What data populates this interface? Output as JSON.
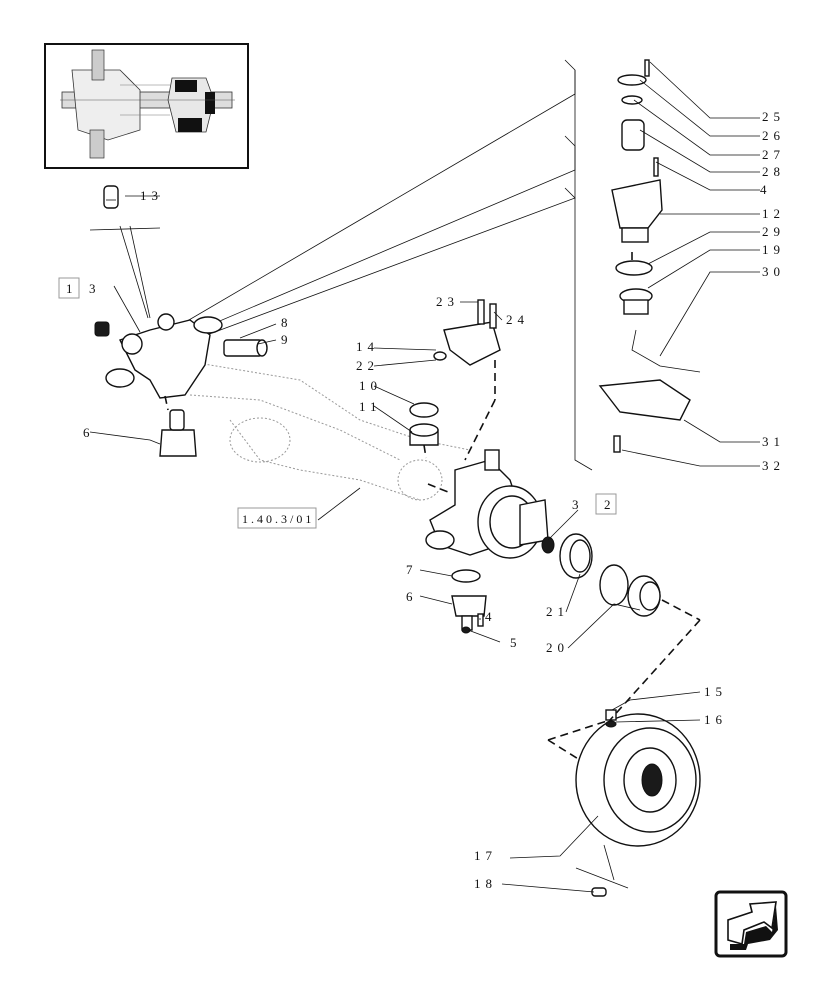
{
  "diagram": {
    "labels": {
      "l1": "1",
      "l2": "2",
      "l3a": "3",
      "l3b": "3",
      "l4a": "4",
      "l4b": "4",
      "l5": "5",
      "l6a": "6",
      "l6b": "6",
      "l7": "7",
      "l8": "8",
      "l9": "9",
      "l10": "10",
      "l11": "11",
      "l12": "12",
      "l13": "13",
      "l14": "14",
      "l15": "15",
      "l16": "16",
      "l17": "17",
      "l18": "18",
      "l19": "19",
      "l20": "20",
      "l21": "21",
      "l22": "22",
      "l23": "23",
      "l24": "24",
      "l25": "25",
      "l26": "26",
      "l27": "27",
      "l28": "28",
      "l29": "29",
      "l30": "30",
      "l31": "31",
      "l32": "32"
    },
    "reference": "1.40.3/01",
    "nav_icon": "arrow-icon"
  }
}
